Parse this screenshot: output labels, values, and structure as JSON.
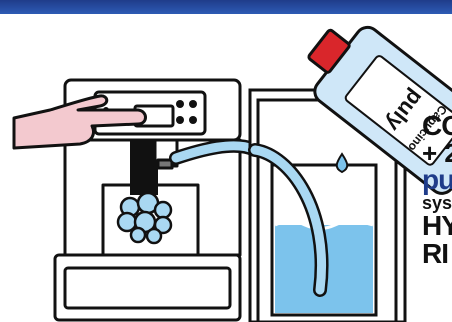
{
  "bottle": {
    "brand": "puly",
    "product": "Capucino"
  },
  "instructions": {
    "line1": "CO",
    "line2": "+ 2",
    "line3": "pu",
    "line4": "sys",
    "line5": "HY",
    "line6": "RI"
  },
  "colors": {
    "header": "#2d5bb5",
    "water": "#7cc3ec",
    "hose": "#a9d8f2",
    "hand": "#f3c9cf",
    "bottle": "#cfe7f8",
    "cap": "#d9262b",
    "outline": "#111111"
  }
}
